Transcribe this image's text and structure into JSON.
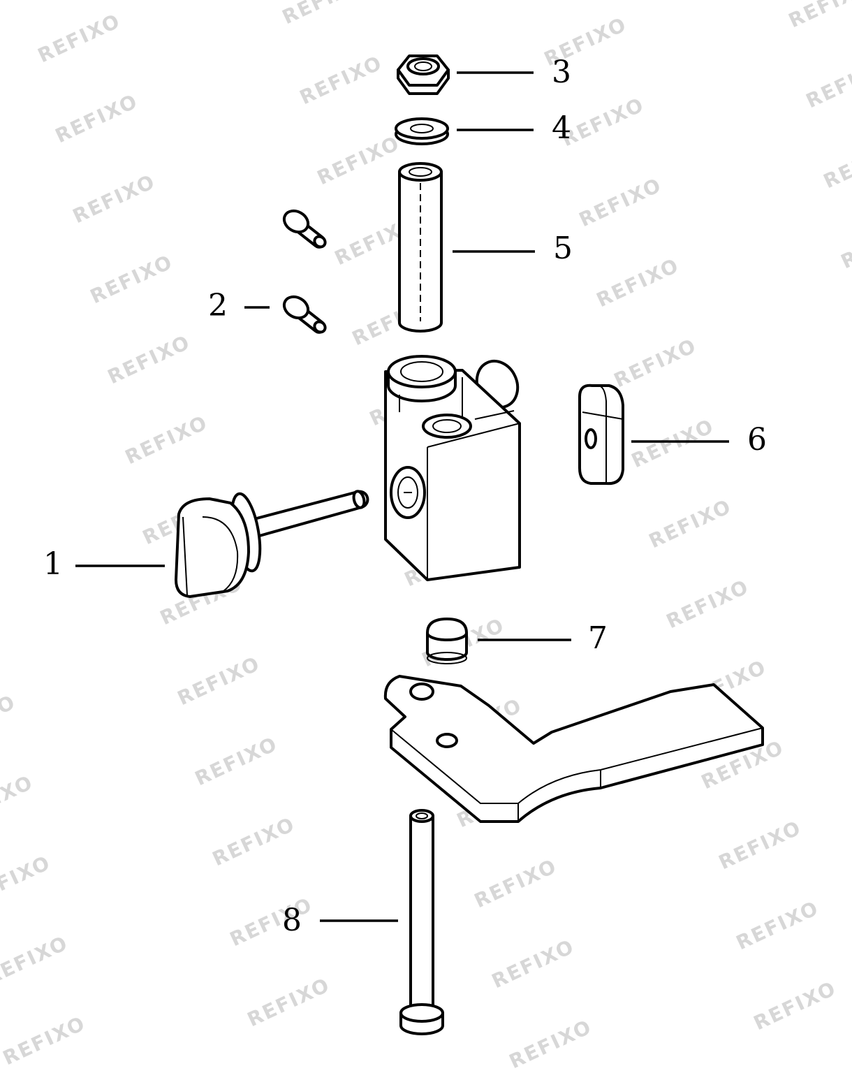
{
  "watermark": {
    "text": "REFIXO",
    "color": "#d7d7d7"
  },
  "callouts": [
    {
      "id": "1",
      "label": "1"
    },
    {
      "id": "2",
      "label": "2"
    },
    {
      "id": "3",
      "label": "3"
    },
    {
      "id": "4",
      "label": "4"
    },
    {
      "id": "5",
      "label": "5"
    },
    {
      "id": "6",
      "label": "6"
    },
    {
      "id": "7",
      "label": "7"
    },
    {
      "id": "8",
      "label": "8"
    }
  ]
}
